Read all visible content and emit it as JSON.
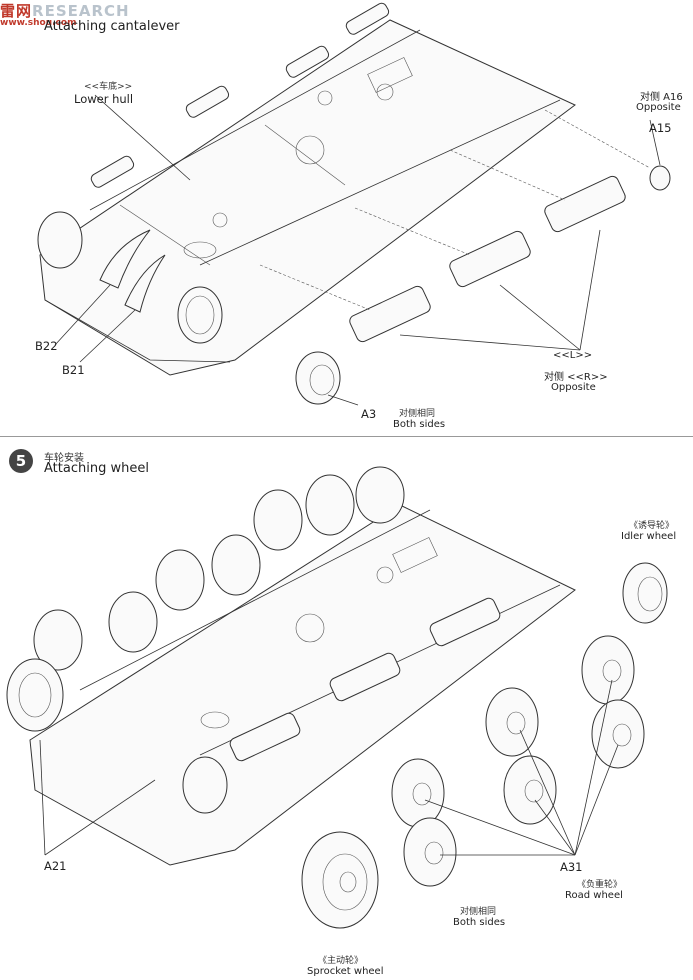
{
  "watermark": {
    "text_prefix": "雷",
    "text_main": "网",
    "text_suffix": "RESEARCH",
    "url": "www.shou.com"
  },
  "step4": {
    "title_en": "Attaching cantalever",
    "lower_hull_cn": "<<车底>>",
    "lower_hull_en": "Lower hull",
    "opposite_cn_a16": "对侧 A16",
    "opposite_en_a16": "Opposite",
    "part_a15": "A15",
    "part_b22": "B22",
    "part_b21": "B21",
    "part_a3": "A3",
    "left_tag": "<<L>>",
    "right_tag_cn": "对侧 <<R>>",
    "right_tag_en": "Opposite",
    "both_sides_cn": "对侧相同",
    "both_sides_en": "Both sides"
  },
  "step5": {
    "number": "5",
    "title_cn": "车轮安装",
    "title_en": "Attaching wheel",
    "idler_cn": "《诱导轮》",
    "idler_en": "Idler wheel",
    "part_a21": "A21",
    "part_a31": "A31",
    "road_cn": "《负重轮》",
    "road_en": "Road wheel",
    "both_sides_cn": "对侧相同",
    "both_sides_en": "Both sides",
    "sprocket_cn": "《主动轮》",
    "sprocket_en": "Sprocket wheel"
  }
}
